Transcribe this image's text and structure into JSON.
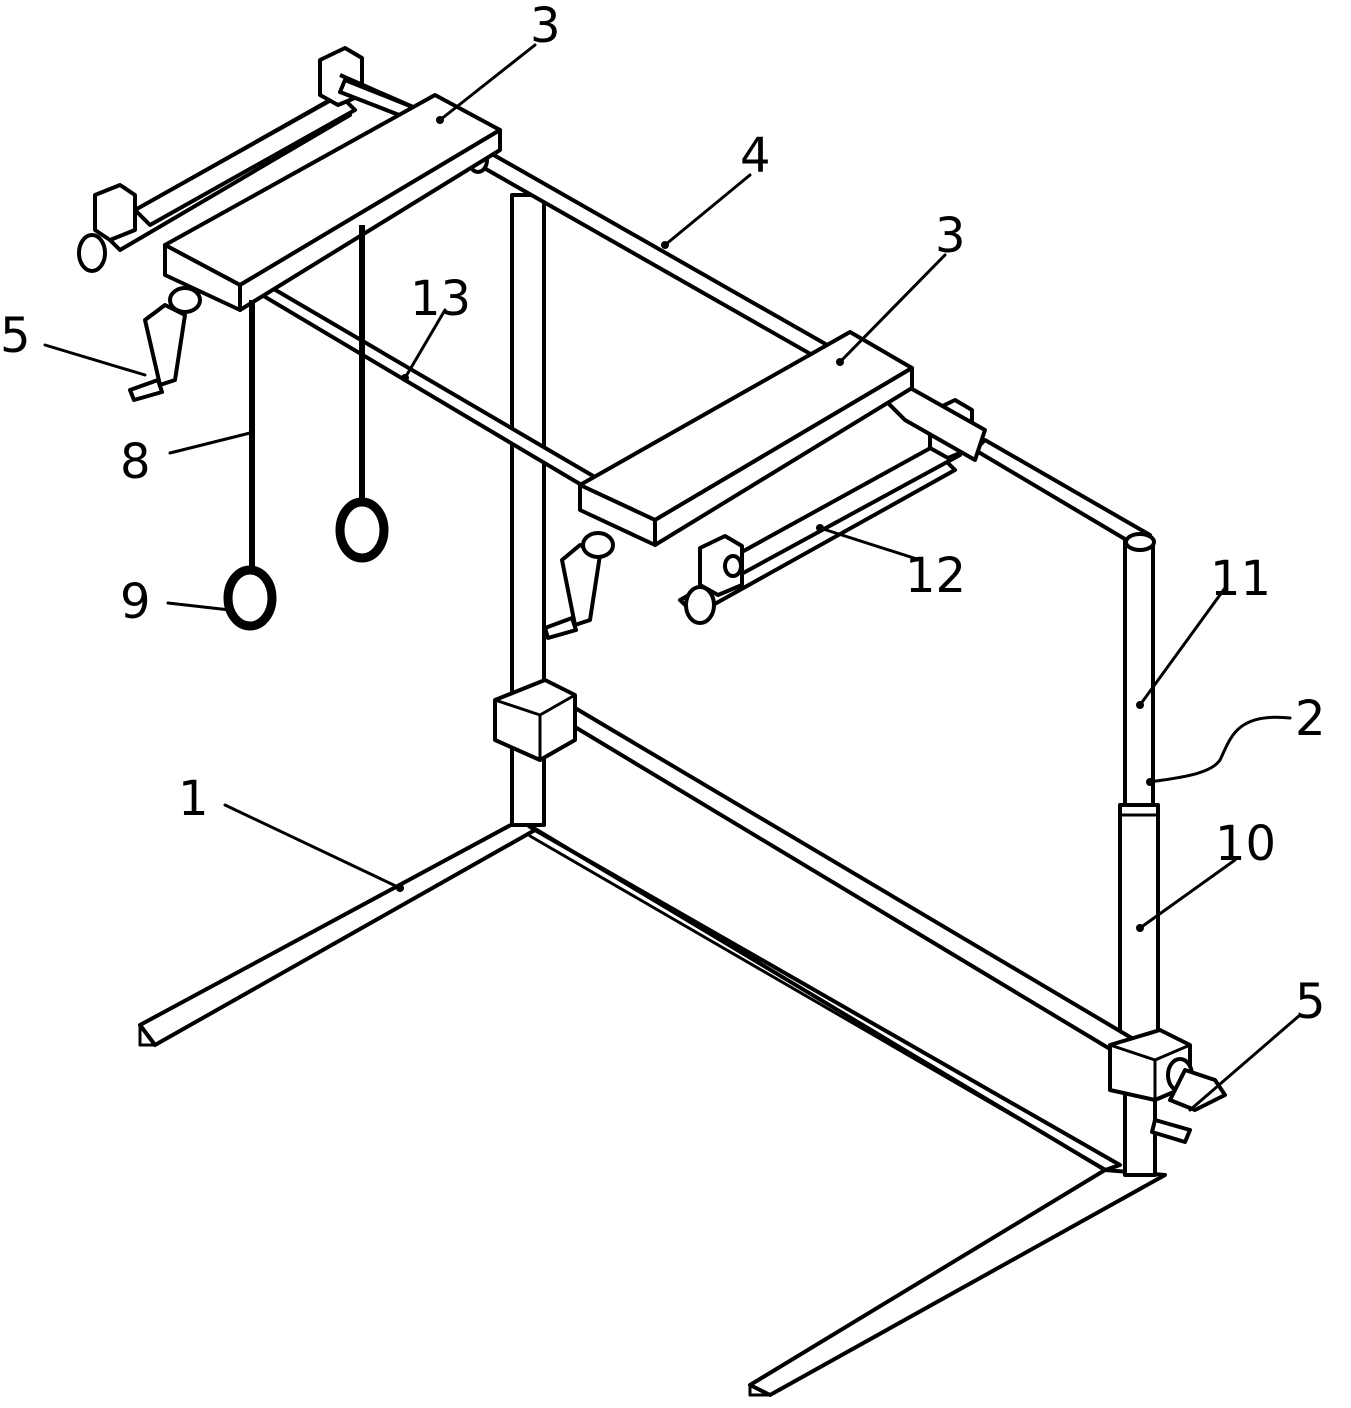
{
  "diagram": {
    "labels": {
      "base": "1",
      "telescopic_gap": "2",
      "slider_left": "3",
      "slider_right": "3",
      "top_bar": "4",
      "crank_left": "5",
      "crank_right": "5",
      "rope": "8",
      "ring": "9",
      "lower_tube": "10",
      "upper_tube": "11",
      "roller": "12",
      "cross_bar": "13"
    }
  }
}
